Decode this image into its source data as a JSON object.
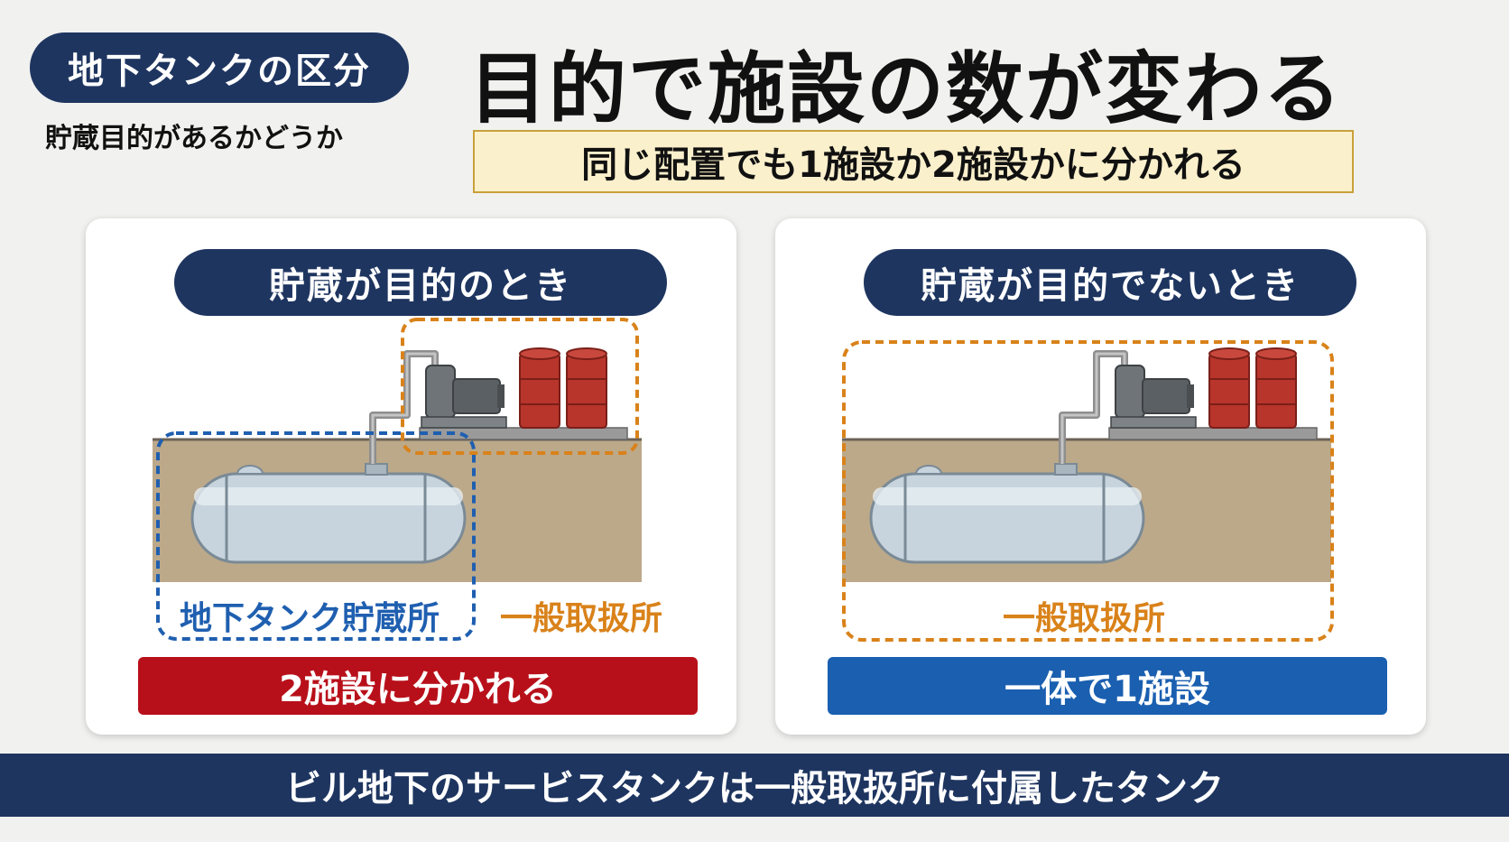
{
  "header": {
    "tag": "地下タンクの区分",
    "subtag": "貯蔵目的があるかどうか",
    "title": "目的で施設の数が変わる",
    "banner": "同じ配置でも1施設か2施設かに分かれる"
  },
  "panels": [
    {
      "heading": "貯蔵が目的のとき",
      "tank_label": "地下タンク貯蔵所",
      "general_label": "一般取扱所",
      "result": "2施設に分かれる"
    },
    {
      "heading": "貯蔵が目的でないとき",
      "general_label": "一般取扱所",
      "result": "一体で1施設"
    }
  ],
  "footer": "ビル地下のサービスタンクは一般取扱所に付属したタンク",
  "colors": {
    "navy": "#1e3560",
    "red": "#b8101a",
    "blue": "#1a5fb0",
    "orange_dash": "#d9821a",
    "blue_dash": "#1f5fb0",
    "soil": "#bca98a",
    "banner_bg": "#fbf0cc"
  }
}
